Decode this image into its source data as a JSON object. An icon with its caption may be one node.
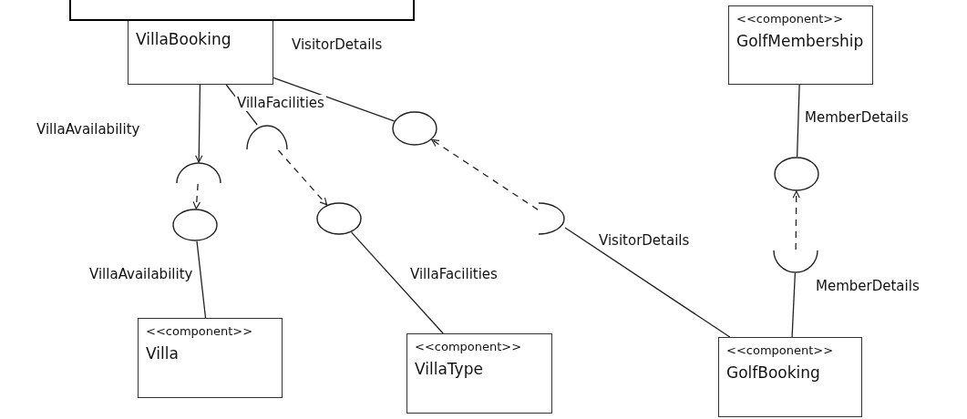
{
  "diagram": {
    "nodes": [
      {
        "text": [
          "VillaBooking"
        ]
      },
      {
        "text": [
          "<<component>>",
          "GolfMembership"
        ]
      },
      {
        "text": [
          "<<component>>",
          "Villa"
        ]
      },
      {
        "text": [
          "<<component>>",
          "VillaType"
        ]
      },
      {
        "text": [
          "<<component>>",
          "GolfBooking"
        ]
      },
      {
        "text": [],
        "shape": "circle"
      },
      {
        "text": [],
        "shape": "circle"
      },
      {
        "text": [],
        "shape": "circle"
      },
      {
        "text": [],
        "shape": "circle"
      },
      {
        "text": [],
        "shape": "arc"
      },
      {
        "text": [],
        "shape": "arc"
      },
      {
        "text": [],
        "shape": "arc"
      },
      {
        "text": [],
        "shape": "arc"
      }
    ],
    "edges": [
      {
        "from": 0,
        "to": 9,
        "arrow": "to",
        "label": "VillaAvailability"
      },
      {
        "from": 9,
        "to": 5,
        "arrow": "to",
        "style": "dashed"
      },
      {
        "from": 5,
        "to": 2,
        "arrow": "none",
        "label": "VillaAvailability"
      },
      {
        "from": 0,
        "to": 10,
        "arrow": "none",
        "label": "VillaFacilities"
      },
      {
        "from": 10,
        "to": 6,
        "arrow": "to",
        "style": "dashed"
      },
      {
        "from": 6,
        "to": 3,
        "arrow": "none",
        "label": "VillaFacilities"
      },
      {
        "from": 0,
        "to": 7,
        "arrow": "none",
        "label": "VisitorDetails"
      },
      {
        "from": 11,
        "to": 7,
        "arrow": "to",
        "style": "dashed"
      },
      {
        "from": 11,
        "to": 4,
        "arrow": "none",
        "label": "VisitorDetails"
      },
      {
        "from": 1,
        "to": 8,
        "arrow": "none",
        "label": "MemberDetails"
      },
      {
        "from": 12,
        "to": 8,
        "arrow": "to",
        "style": "dashed"
      },
      {
        "from": 4,
        "to": 12,
        "arrow": "none",
        "label": "MemberDetails"
      }
    ]
  }
}
